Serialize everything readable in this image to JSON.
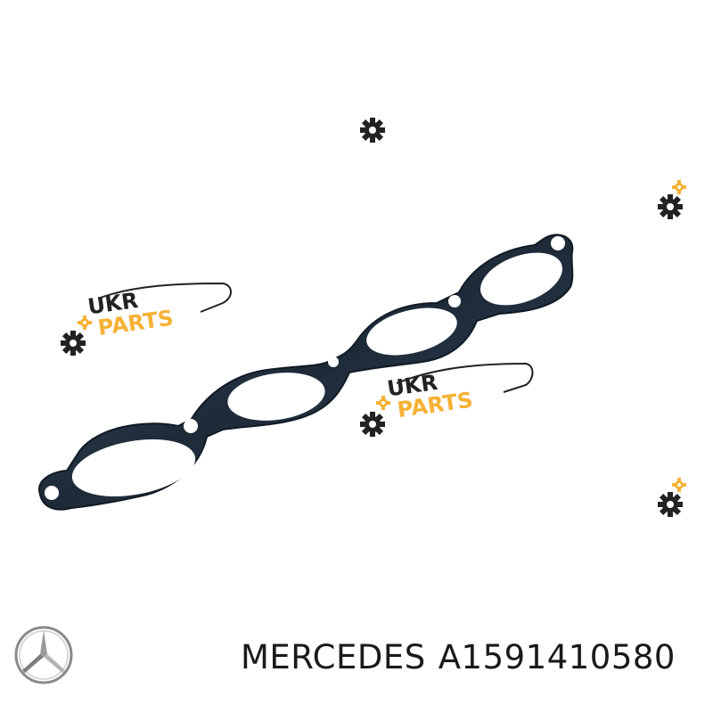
{
  "watermark": {
    "line1": "UKR",
    "line2": "PARTS"
  },
  "caption": {
    "brand": "MERCEDES",
    "part_number": "A1591410580"
  },
  "icons": {
    "brand_logo": "mercedes-star-icon",
    "watermark_gear": "gear-icon"
  },
  "colors": {
    "gasket": "#1e2a38",
    "gasket_highlight": "#3a5675",
    "watermark_orange": "#f6b236",
    "watermark_dark": "#222222",
    "caption_text": "#1a1a1a"
  }
}
